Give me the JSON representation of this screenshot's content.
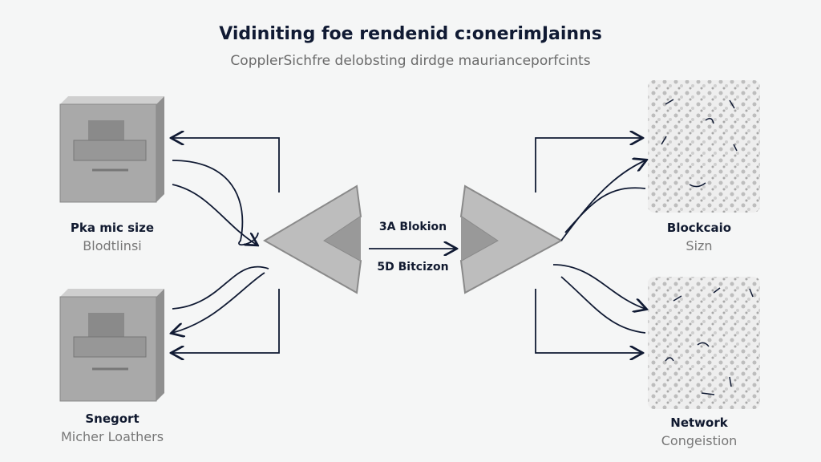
{
  "header": {
    "title": "Vidiniting foe rendenid c:onerimJainns",
    "subtitle": "CopplerSichfre delobsting dirdge maurianceporfcints"
  },
  "nodes": {
    "top_left": {
      "label": "Pka mic size",
      "sublabel": "Blodtlinsi"
    },
    "bottom_left": {
      "label": "Snegort",
      "sublabel": "Micher Loathers"
    },
    "top_right": {
      "label": "Blockcaio",
      "sublabel": "Sizn"
    },
    "bottom_right": {
      "label": "Network",
      "sublabel": "Congeistion"
    }
  },
  "center": {
    "top_label": "3A Blokion",
    "bottom_label": "5D Bitcizon"
  },
  "colors": {
    "ink": "#101a33",
    "box": "#a9a9a9",
    "background": "#f5f6f6"
  }
}
